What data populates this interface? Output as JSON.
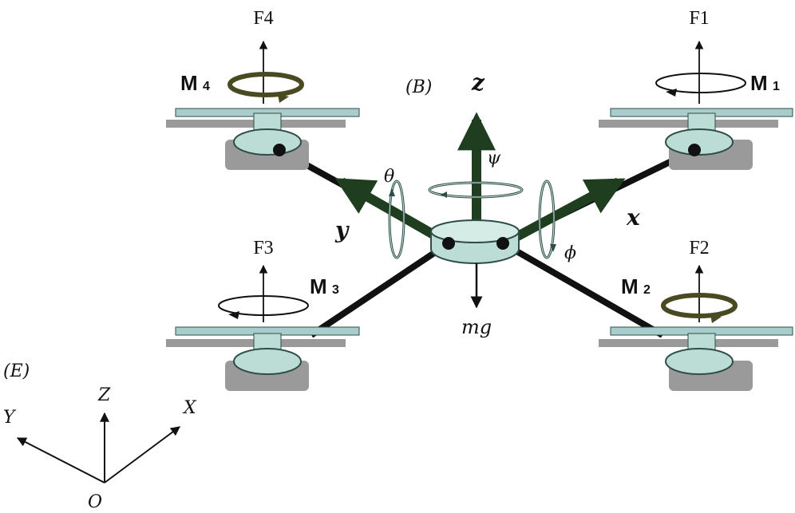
{
  "rotors": [
    {
      "id": "front-right",
      "force_label": "F1",
      "moment_label": "M",
      "moment_sub": "1"
    },
    {
      "id": "back-right",
      "force_label": "F2",
      "moment_label": "M",
      "moment_sub": "2"
    },
    {
      "id": "back-left",
      "force_label": "F3",
      "moment_label": "M",
      "moment_sub": "3"
    },
    {
      "id": "front-left",
      "force_label": "F4",
      "moment_label": "M",
      "moment_sub": "4"
    }
  ],
  "body_frame": {
    "name": "(B)",
    "axis_x": "x",
    "axis_y": "y",
    "axis_z": "z",
    "roll": "ϕ",
    "pitch": "θ",
    "yaw": "ψ",
    "gravity": "mg"
  },
  "earth_frame": {
    "name": "(E)",
    "axis_X": "X",
    "axis_Y": "Y",
    "axis_Z": "Z",
    "origin": "O"
  },
  "colors": {
    "arm": "#111111",
    "body_axis": "#1f3d1f",
    "rotor_fill": "#bcdcd6",
    "rotor_stroke": "#2e4d46",
    "blade": "#a9cccc",
    "shadow": "#9a9a9a",
    "moment_dark": "#4a4a22"
  }
}
